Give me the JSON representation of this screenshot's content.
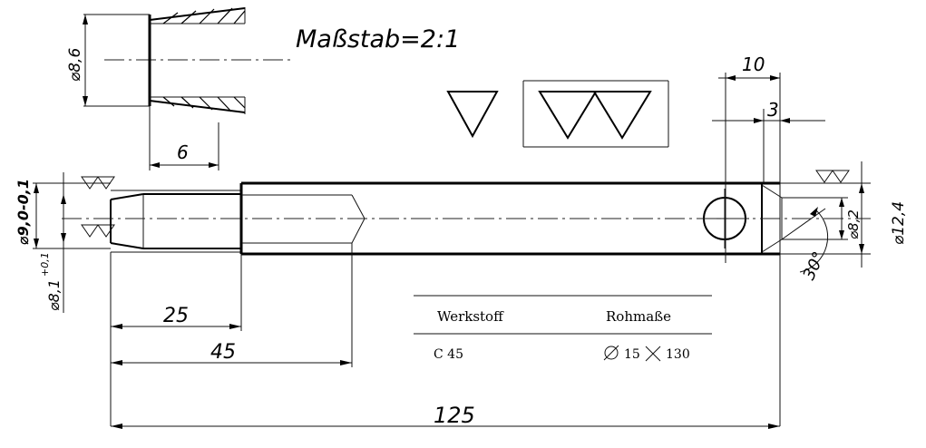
{
  "scale_label": "Maßstab=2:1",
  "dimensions": {
    "d_top_detail": "⌀8,6",
    "d_detail_len": "6",
    "d_10": "10",
    "d_3": "3",
    "d_left_dia": "⌀9,0-0,1",
    "d_left_small": "⌀8,1",
    "d_left_small_tol": "+0,1",
    "d_right_bore": "⌀8,2",
    "d_outer": "⌀12,4",
    "d_angle": "30°",
    "d_25": "25",
    "d_45": "45",
    "d_125": "125"
  },
  "table": {
    "header_material": "Werkstoff",
    "header_raw": "Rohmaße",
    "value_material": "C 45",
    "value_raw_diam": "15",
    "value_raw_len": "130"
  }
}
